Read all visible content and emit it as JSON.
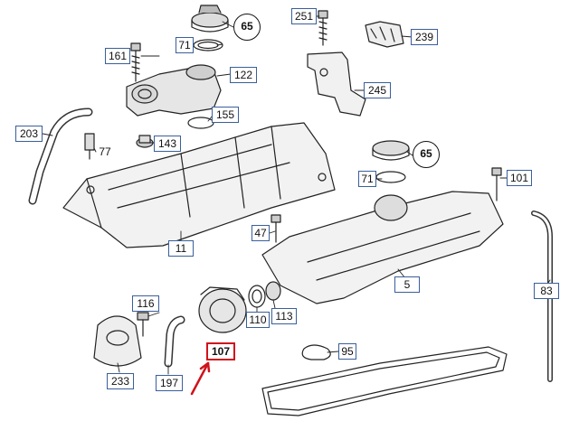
{
  "accent": "#d0131b",
  "callout_box_color": "#3a5f9a",
  "callouts": [
    {
      "id": "65a",
      "label": "65",
      "style": "circled"
    },
    {
      "id": "251",
      "label": "251",
      "style": "boxed"
    },
    {
      "id": "239",
      "label": "239",
      "style": "boxed"
    },
    {
      "id": "161",
      "label": "161",
      "style": "boxed"
    },
    {
      "id": "71a",
      "label": "71",
      "style": "boxed"
    },
    {
      "id": "122",
      "label": "122",
      "style": "boxed"
    },
    {
      "id": "245",
      "label": "245",
      "style": "boxed"
    },
    {
      "id": "155",
      "label": "155",
      "style": "boxed"
    },
    {
      "id": "203",
      "label": "203",
      "style": "boxed"
    },
    {
      "id": "143",
      "label": "143",
      "style": "boxed"
    },
    {
      "id": "77",
      "label": "77",
      "style": "plain"
    },
    {
      "id": "65b",
      "label": "65",
      "style": "circled"
    },
    {
      "id": "71b",
      "label": "71",
      "style": "boxed"
    },
    {
      "id": "101",
      "label": "101",
      "style": "boxed"
    },
    {
      "id": "47",
      "label": "47",
      "style": "boxed"
    },
    {
      "id": "11",
      "label": "11",
      "style": "boxed"
    },
    {
      "id": "5",
      "label": "5",
      "style": "boxed"
    },
    {
      "id": "83",
      "label": "83",
      "style": "boxed"
    },
    {
      "id": "116",
      "label": "116",
      "style": "boxed"
    },
    {
      "id": "110",
      "label": "110",
      "style": "boxed"
    },
    {
      "id": "113",
      "label": "113",
      "style": "boxed"
    },
    {
      "id": "95",
      "label": "95",
      "style": "boxed"
    },
    {
      "id": "107",
      "label": "107",
      "style": "highlight"
    },
    {
      "id": "233",
      "label": "233",
      "style": "boxed"
    },
    {
      "id": "197",
      "label": "197",
      "style": "boxed"
    }
  ]
}
